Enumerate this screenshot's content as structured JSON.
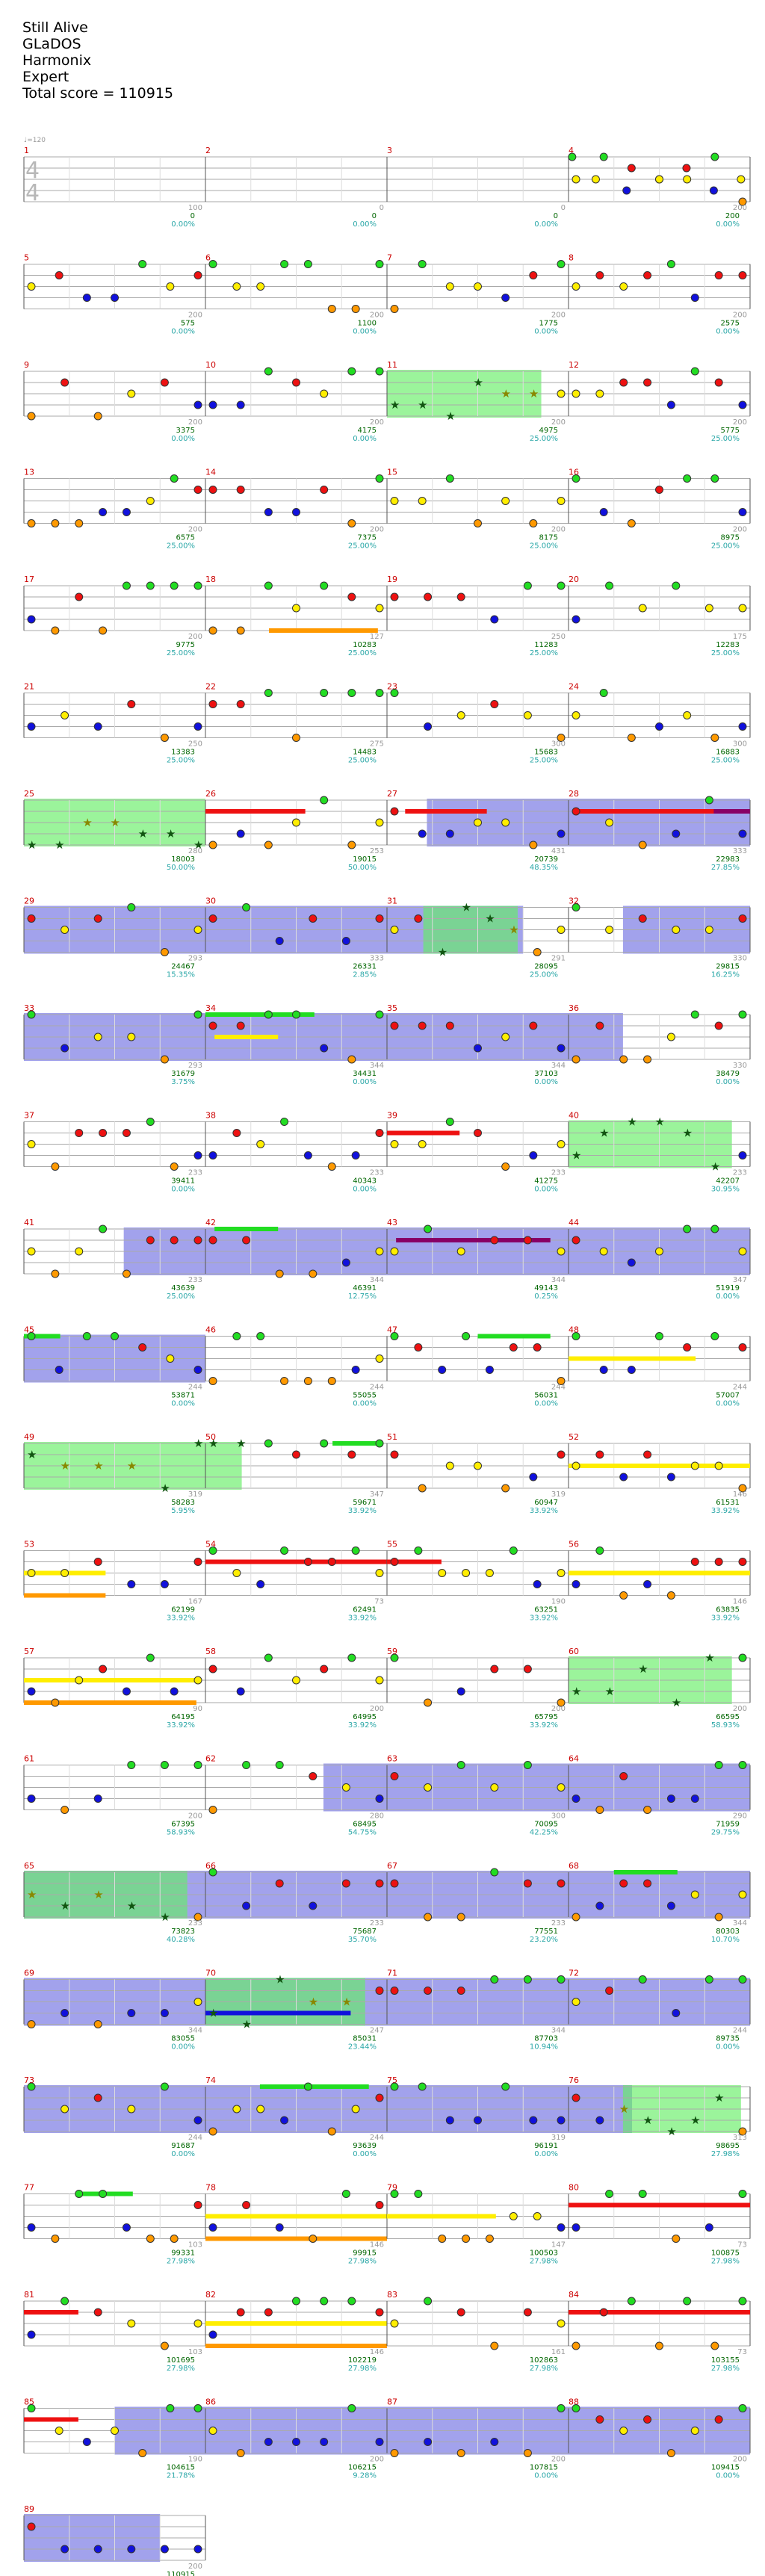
{
  "song": {
    "title": "Still Alive",
    "artist": "GLaDOS",
    "album": "Harmonix",
    "difficulty": "Expert",
    "total_score_label": "Total score = 110915"
  },
  "colors": {
    "green": "#22dd22",
    "red": "#ee1111",
    "yellow": "#ffee00",
    "blue": "#1111dd",
    "orange": "#ff9900",
    "purple": "#880066",
    "star_power": "#66ee66",
    "overdrive": "#5555dd",
    "measure_number": "#cc0000",
    "score": "#006600",
    "percent": "#2aa7a7"
  },
  "chart_data": {
    "type": "table",
    "tempo_label": "♩=120",
    "time_signature": "4/4",
    "measures": [
      {
        "n": "1",
        "score": "0",
        "pct": "0.00%",
        "base": "100"
      },
      {
        "n": "2",
        "score": "0",
        "pct": "0.00%",
        "base": "0"
      },
      {
        "n": "3",
        "score": "0",
        "pct": "0.00%",
        "base": "0"
      },
      {
        "n": "4",
        "score": "200",
        "pct": "0.00%",
        "base": "200"
      },
      {
        "n": "5",
        "score": "575",
        "pct": "0.00%",
        "base": "200"
      },
      {
        "n": "6",
        "score": "1100",
        "pct": "0.00%",
        "base": "200"
      },
      {
        "n": "7",
        "score": "1775",
        "pct": "0.00%",
        "base": "200"
      },
      {
        "n": "8",
        "score": "2575",
        "pct": "0.00%",
        "base": "200"
      },
      {
        "n": "9",
        "score": "3375",
        "pct": "0.00%",
        "base": "200"
      },
      {
        "n": "10",
        "score": "4175",
        "pct": "0.00%",
        "base": "200"
      },
      {
        "n": "11",
        "score": "4975",
        "pct": "25.00%",
        "base": "200"
      },
      {
        "n": "12",
        "score": "5775",
        "pct": "25.00%",
        "base": "200"
      },
      {
        "n": "13",
        "score": "6575",
        "pct": "25.00%",
        "base": "200"
      },
      {
        "n": "14",
        "score": "7375",
        "pct": "25.00%",
        "base": "200"
      },
      {
        "n": "15",
        "score": "8175",
        "pct": "25.00%",
        "base": "200"
      },
      {
        "n": "16",
        "score": "8975",
        "pct": "25.00%",
        "base": "200"
      },
      {
        "n": "17",
        "score": "9775",
        "pct": "25.00%",
        "base": "200"
      },
      {
        "n": "18",
        "score": "10283",
        "pct": "25.00%",
        "base": "127"
      },
      {
        "n": "19",
        "score": "11283",
        "pct": "25.00%",
        "base": "250"
      },
      {
        "n": "20",
        "score": "12283",
        "pct": "25.00%",
        "base": "175"
      },
      {
        "n": "21",
        "score": "13383",
        "pct": "25.00%",
        "base": "250"
      },
      {
        "n": "22",
        "score": "14483",
        "pct": "25.00%",
        "base": "275"
      },
      {
        "n": "23",
        "score": "15683",
        "pct": "25.00%",
        "base": "300"
      },
      {
        "n": "24",
        "score": "16883",
        "pct": "25.00%",
        "base": "300"
      },
      {
        "n": "25",
        "score": "18003",
        "pct": "50.00%",
        "base": "280"
      },
      {
        "n": "26",
        "score": "19015",
        "pct": "50.00%",
        "base": "253"
      },
      {
        "n": "27",
        "score": "20739",
        "pct": "48.35%",
        "base": "431"
      },
      {
        "n": "28",
        "score": "22983",
        "pct": "27.85%",
        "base": "333"
      },
      {
        "n": "29",
        "score": "24467",
        "pct": "15.35%",
        "base": "293"
      },
      {
        "n": "30",
        "score": "26331",
        "pct": "2.85%",
        "base": "333"
      },
      {
        "n": "31",
        "score": "28095",
        "pct": "25.00%",
        "base": "291"
      },
      {
        "n": "32",
        "score": "29815",
        "pct": "16.25%",
        "base": "330"
      },
      {
        "n": "33",
        "score": "31679",
        "pct": "3.75%",
        "base": "293"
      },
      {
        "n": "34",
        "score": "34431",
        "pct": "0.00%",
        "base": "344"
      },
      {
        "n": "35",
        "score": "37103",
        "pct": "0.00%",
        "base": "344"
      },
      {
        "n": "36",
        "score": "38479",
        "pct": "0.00%",
        "base": "330"
      },
      {
        "n": "37",
        "score": "39411",
        "pct": "0.00%",
        "base": "233"
      },
      {
        "n": "38",
        "score": "40343",
        "pct": "0.00%",
        "base": "233"
      },
      {
        "n": "39",
        "score": "41275",
        "pct": "0.00%",
        "base": "233"
      },
      {
        "n": "40",
        "score": "42207",
        "pct": "30.95%",
        "base": "233"
      },
      {
        "n": "41",
        "score": "43639",
        "pct": "25.00%",
        "base": "233"
      },
      {
        "n": "42",
        "score": "46391",
        "pct": "12.75%",
        "base": "344"
      },
      {
        "n": "43",
        "score": "49143",
        "pct": "0.25%",
        "base": "344"
      },
      {
        "n": "44",
        "score": "51919",
        "pct": "0.00%",
        "base": "347"
      },
      {
        "n": "45",
        "score": "53871",
        "pct": "0.00%",
        "base": "244"
      },
      {
        "n": "46",
        "score": "55055",
        "pct": "0.00%",
        "base": "244"
      },
      {
        "n": "47",
        "score": "56031",
        "pct": "0.00%",
        "base": "244"
      },
      {
        "n": "48",
        "score": "57007",
        "pct": "0.00%",
        "base": "244"
      },
      {
        "n": "49",
        "score": "58283",
        "pct": "5.95%",
        "base": "319"
      },
      {
        "n": "50",
        "score": "59671",
        "pct": "33.92%",
        "base": "347"
      },
      {
        "n": "51",
        "score": "60947",
        "pct": "33.92%",
        "base": "319"
      },
      {
        "n": "52",
        "score": "61531",
        "pct": "33.92%",
        "base": "146"
      },
      {
        "n": "53",
        "score": "62199",
        "pct": "33.92%",
        "base": "167"
      },
      {
        "n": "54",
        "score": "62491",
        "pct": "33.92%",
        "base": "73"
      },
      {
        "n": "55",
        "score": "63251",
        "pct": "33.92%",
        "base": "190"
      },
      {
        "n": "56",
        "score": "63835",
        "pct": "33.92%",
        "base": "146"
      },
      {
        "n": "57",
        "score": "64195",
        "pct": "33.92%",
        "base": "90"
      },
      {
        "n": "58",
        "score": "64995",
        "pct": "33.92%",
        "base": "200"
      },
      {
        "n": "59",
        "score": "65795",
        "pct": "33.92%",
        "base": "200"
      },
      {
        "n": "60",
        "score": "66595",
        "pct": "58.93%",
        "base": "200"
      },
      {
        "n": "61",
        "score": "67395",
        "pct": "58.93%",
        "base": "200"
      },
      {
        "n": "62",
        "score": "68495",
        "pct": "54.75%",
        "base": "280"
      },
      {
        "n": "63",
        "score": "70095",
        "pct": "42.25%",
        "base": "300"
      },
      {
        "n": "64",
        "score": "71959",
        "pct": "29.75%",
        "base": "290"
      },
      {
        "n": "65",
        "score": "73823",
        "pct": "40.28%",
        "base": "233"
      },
      {
        "n": "66",
        "score": "75687",
        "pct": "35.70%",
        "base": "233"
      },
      {
        "n": "67",
        "score": "77551",
        "pct": "23.20%",
        "base": "233"
      },
      {
        "n": "68",
        "score": "80303",
        "pct": "10.70%",
        "base": "344"
      },
      {
        "n": "69",
        "score": "83055",
        "pct": "0.00%",
        "base": "344"
      },
      {
        "n": "70",
        "score": "85031",
        "pct": "23.44%",
        "base": "247"
      },
      {
        "n": "71",
        "score": "87703",
        "pct": "10.94%",
        "base": "344"
      },
      {
        "n": "72",
        "score": "89735",
        "pct": "0.00%",
        "base": "244"
      },
      {
        "n": "73",
        "score": "91687",
        "pct": "0.00%",
        "base": "244"
      },
      {
        "n": "74",
        "score": "93639",
        "pct": "0.00%",
        "base": "244"
      },
      {
        "n": "75",
        "score": "96191",
        "pct": "0.00%",
        "base": "319"
      },
      {
        "n": "76",
        "score": "98695",
        "pct": "27.98%",
        "base": "313"
      },
      {
        "n": "77",
        "score": "99331",
        "pct": "27.98%",
        "base": "103"
      },
      {
        "n": "78",
        "score": "99915",
        "pct": "27.98%",
        "base": "146"
      },
      {
        "n": "79",
        "score": "100503",
        "pct": "27.98%",
        "base": "147"
      },
      {
        "n": "80",
        "score": "100875",
        "pct": "27.98%",
        "base": "73"
      },
      {
        "n": "81",
        "score": "101695",
        "pct": "27.98%",
        "base": "103"
      },
      {
        "n": "82",
        "score": "102219",
        "pct": "27.98%",
        "base": "146"
      },
      {
        "n": "83",
        "score": "102863",
        "pct": "27.98%",
        "base": "161"
      },
      {
        "n": "84",
        "score": "103155",
        "pct": "27.98%",
        "base": "73"
      },
      {
        "n": "85",
        "score": "104615",
        "pct": "21.78%",
        "base": "190"
      },
      {
        "n": "86",
        "score": "106215",
        "pct": "9.28%",
        "base": "200"
      },
      {
        "n": "87",
        "score": "107815",
        "pct": "0.00%",
        "base": "200"
      },
      {
        "n": "88",
        "score": "109415",
        "pct": "0.00%",
        "base": "200"
      },
      {
        "n": "89",
        "score": "110915",
        "pct": "0.00%",
        "base": "200"
      }
    ]
  }
}
